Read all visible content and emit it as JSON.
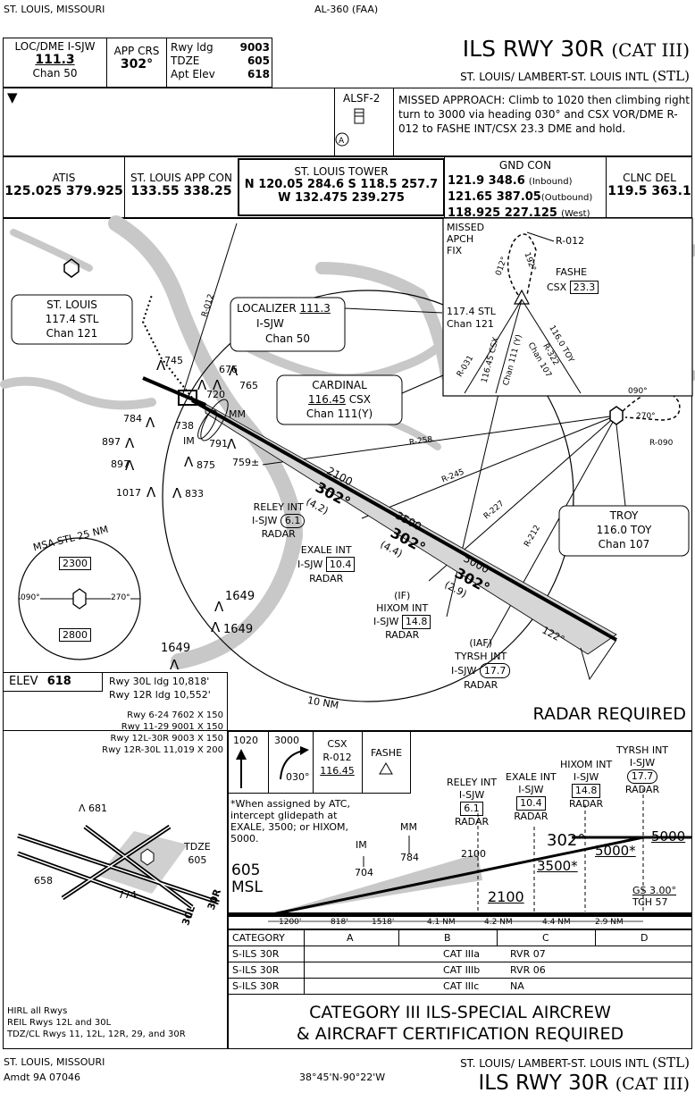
{
  "header": {
    "location": "ST. LOUIS, MISSOURI",
    "chart_id": "AL-360 (FAA)",
    "loc_label": "LOC/DME I-SJW",
    "loc_freq": "111.3",
    "loc_chan": "Chan 50",
    "app_crs_label": "APP CRS",
    "app_crs": "302°",
    "rwy_ldg_label": "Rwy ldg",
    "rwy_ldg": "9003",
    "tdze_label": "TDZE",
    "tdze": "605",
    "apt_elev_label": "Apt Elev",
    "apt_elev": "618",
    "title": "ILS RWY 30R",
    "title_cat": "(CAT III)",
    "airport": "ST. LOUIS/ LAMBERT-ST. LOUIS INTL",
    "airport_id": "(STL)"
  },
  "briefing": {
    "alsf": "ALSF-2",
    "missed_approach": "MISSED APPROACH: Climb to 1020 then climbing right turn to 3000 via heading 030° and CSX VOR/DME R-012 to FASHE INT/CSX 23.3 DME and hold."
  },
  "comms": {
    "atis_label": "ATIS",
    "atis": "125.025 379.925",
    "app_label": "ST. LOUIS APP CON",
    "app": "133.55 338.25",
    "tower_label": "ST. LOUIS TOWER",
    "tower_n": "N 120.05 284.6",
    "tower_s": "S 118.5 257.7",
    "tower_w": "W 132.475 239.275",
    "gnd_label": "GND CON",
    "gnd_1": "121.9 348.6",
    "gnd_1_note": "(Inbound)",
    "gnd_2": "121.65 387.05",
    "gnd_2_note": "(Outbound)",
    "gnd_3": "118.925 227.125",
    "gnd_3_note": "(West)",
    "clnc_label": "CLNC DEL",
    "clnc": "119.5 363.1"
  },
  "plan": {
    "st_louis_name": "ST. LOUIS",
    "st_louis_freq": "117.4 STL",
    "st_louis_chan": "Chan 121",
    "loc_box_label": "LOCALIZER",
    "loc_box_freq": "111.3",
    "loc_box_id": "I-SJW",
    "loc_box_chan": "Chan 50",
    "cardinal_name": "CARDINAL",
    "cardinal_freq": "116.45",
    "cardinal_id": "CSX",
    "cardinal_chan": "Chan 111(Y)",
    "troy_name": "TROY",
    "troy_freq": "116.0",
    "troy_id": "TOY",
    "troy_chan": "Chan 107",
    "missed_fix": "MISSED",
    "missed_fix2": "APCH",
    "missed_fix3": "FIX",
    "fashe": "FASHE",
    "fashe_csx": "CSX",
    "fashe_dme": "23.3",
    "r012": "R-012",
    "r012b": "R-012",
    "inset_stl": "117.4 STL",
    "inset_chan": "Chan 121",
    "r031": "R-031",
    "inset_csx": "116.45 CSX",
    "inset_csx_chan": "Chan 111 (Y)",
    "inset_toy": "116.0 TOY",
    "inset_r322": "R-322",
    "inset_toy_chan": "Chan 107",
    "hdg012": "012°",
    "hdg192": "192°",
    "troy_090": "090°",
    "troy_270": "270°",
    "r090": "R-090",
    "r258": "R-258",
    "r245": "R-245",
    "r227": "R-227",
    "r212": "R-212",
    "crs1": "302°",
    "crs2": "302°",
    "crs3": "302°",
    "crs122": "122°",
    "alt2100": "2100",
    "alt3500": "3500",
    "alt5000": "5000",
    "d42": "(4.2)",
    "d44": "(4.4)",
    "d29": "(2.9)",
    "reley": "RELEY INT",
    "reley_id": "I-SJW",
    "reley_dme": "6.1",
    "reley_radar": "RADAR",
    "exale": "EXALE INT",
    "exale_id": "I-SJW",
    "exale_dme": "10.4",
    "exale_radar": "RADAR",
    "hixom_if": "(IF)",
    "hixom": "HIXOM INT",
    "hixom_id": "I-SJW",
    "hixom_dme": "14.8",
    "hixom_radar": "RADAR",
    "tyrsh_iaf": "(IAF)",
    "tyrsh": "TYRSH INT",
    "tyrsh_id": "I-SJW",
    "tyrsh_dme": "17.7",
    "tyrsh_radar": "RADAR",
    "mm": "MM",
    "im": "IM",
    "obs745": "745",
    "obs676": "676",
    "obs765": "765",
    "obs720": "720",
    "obs738": "738",
    "obs784": "784",
    "obs791": "791",
    "obs897a": "897",
    "obs897b": "897",
    "obs875": "875",
    "obs759": "759±",
    "obs1017": "1017",
    "obs833": "833",
    "obs1649a": "1649",
    "obs1649b": "1649",
    "obs1649c": "1649",
    "msa_label": "MSA STL 25 NM",
    "msa_2300": "2300",
    "msa_2800": "2800",
    "msa_090": "090°",
    "msa_270": "270°",
    "ten_nm": "10 NM",
    "radar_required": "RADAR REQUIRED"
  },
  "airport_diagram": {
    "elev_label": "ELEV",
    "elev": "618",
    "rwy30l": "Rwy 30L ldg 10,818'",
    "rwy12r": "Rwy 12R ldg 10,552'",
    "rwys": [
      "Rwy 6-24 7602 X 150",
      "Rwy 11-29 9001 X 150",
      "Rwy 12L-30R 9003 X 150",
      "Rwy 12R-30L 11,019 X 200"
    ],
    "obs681": "681",
    "obs658": "658",
    "obs774": "774",
    "tdze_label": "TDZE",
    "tdze": "605",
    "lbl30r": "30R",
    "lbl30l": "30L",
    "notes": [
      "HIRL all Rwys",
      "REIL Rwys 12L and 30L",
      "TDZ/CL Rwys 11, 12L, 12R, 29, and 30R"
    ]
  },
  "profile": {
    "ma_1020": "1020",
    "ma_3000": "3000",
    "ma_030": "030°",
    "ma_csx": "CSX",
    "ma_r012": "R-012",
    "ma_freq": "116.45",
    "ma_fashe": "FASHE",
    "footnote": "*When assigned by ATC, intercept glidepath at EXALE, 3500; or HIXOM, 5000.",
    "tyrsh": "TYRSH INT",
    "tyrsh_id": "I-SJW",
    "tyrsh_dme": "17.7",
    "tyrsh_radar": "RADAR",
    "hixom": "HIXOM INT",
    "hixom_id": "I-SJW",
    "hixom_dme": "14.8",
    "hixom_radar": "RADAR",
    "exale": "EXALE INT",
    "exale_id": "I-SJW",
    "exale_dme": "10.4",
    "exale_radar": "RADAR",
    "reley": "RELEY INT",
    "reley_id": "I-SJW",
    "reley_dme": "6.1",
    "reley_radar": "RADAR",
    "mm": "MM",
    "mm_alt": "784",
    "im": "IM",
    "im_alt": "704",
    "alt2100a": "2100",
    "alt2100b": "2100",
    "alt3500": "3500*",
    "alt5000a": "5000*",
    "alt5000b": "5000",
    "crs302": "302°",
    "msl605": "605",
    "msl_label": "MSL",
    "gs": "GS 3.00°",
    "tch": "TCH 57",
    "dist": [
      "1200'",
      "818'",
      "1518'",
      "4.1 NM",
      "4.2 NM",
      "4.4 NM",
      "2.9 NM"
    ]
  },
  "minimums": {
    "headers": [
      "CATEGORY",
      "A",
      "B",
      "C",
      "D"
    ],
    "rows": [
      {
        "name": "S-ILS 30R",
        "cat": "CAT IIIa",
        "rvr": "RVR 07"
      },
      {
        "name": "S-ILS 30R",
        "cat": "CAT IIIb",
        "rvr": "RVR 06"
      },
      {
        "name": "S-ILS 30R",
        "cat": "CAT IIIc",
        "rvr": "NA"
      }
    ],
    "cat3_line1": "CATEGORY III  ILS-SPECIAL AIRCREW",
    "cat3_line2": "& AIRCRAFT CERTIFICATION REQUIRED"
  },
  "footer": {
    "location": "ST. LOUIS, MISSOURI",
    "amdt": "Amdt 9A  07046",
    "coords": "38°45'N-90°22'W",
    "airport": "ST. LOUIS/ LAMBERT-ST. LOUIS INTL",
    "airport_id": "(STL)",
    "title": "ILS RWY 30R",
    "title_cat": "(CAT III)"
  }
}
